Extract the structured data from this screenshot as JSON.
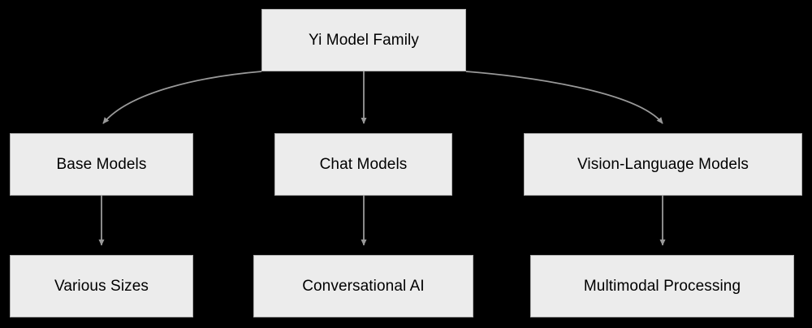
{
  "diagram": {
    "title": "Yi Model Family hierarchy",
    "background_color": "#000000",
    "node_fill": "#ececec",
    "node_border": "#b0b0b0",
    "edge_color": "#999999",
    "text_color": "#000000",
    "nodes": [
      {
        "id": "root",
        "label": "Yi Model Family"
      },
      {
        "id": "base",
        "label": "Base Models"
      },
      {
        "id": "chat",
        "label": "Chat Models"
      },
      {
        "id": "vision",
        "label": "Vision-Language Models"
      },
      {
        "id": "sizes",
        "label": "Various Sizes"
      },
      {
        "id": "conv",
        "label": "Conversational AI"
      },
      {
        "id": "multimodal",
        "label": "Multimodal Processing"
      }
    ],
    "edges": [
      {
        "from": "root",
        "to": "base",
        "style": "curved",
        "arrow": "down"
      },
      {
        "from": "root",
        "to": "chat",
        "style": "straight",
        "arrow": "down"
      },
      {
        "from": "root",
        "to": "vision",
        "style": "curved",
        "arrow": "down"
      },
      {
        "from": "base",
        "to": "sizes",
        "style": "straight",
        "arrow": "down"
      },
      {
        "from": "chat",
        "to": "conv",
        "style": "straight",
        "arrow": "down"
      },
      {
        "from": "vision",
        "to": "multimodal",
        "style": "straight",
        "arrow": "down"
      }
    ]
  }
}
